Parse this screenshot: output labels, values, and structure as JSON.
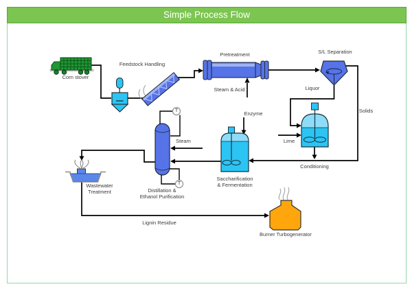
{
  "title": "Simple Process Flow",
  "nodes": {
    "corn_stover": "Corn stover",
    "feedstock_handling": "Feedstock Handling",
    "pretreatment": "Pretreatment",
    "sl_separation": "S/L Separation",
    "saccharification_fermentation": "Saccharification\n& Fermentation",
    "distillation": "Distillation &\nEthanol Purification",
    "wastewater_treatment": "Wastewater\nTreatment",
    "burner_turbogenerator": "Burner Turbogenerator",
    "temperature_indicator": "T"
  },
  "streams": {
    "steam_acid": "Steam & Acid",
    "liquor": "Liquor",
    "solids": "Solids",
    "enzyme": "Enzyme",
    "lime": "Lime",
    "conditioning": "Conditioning",
    "steam": "Steam",
    "lignin_residue": "Lignin Residue"
  },
  "colors": {
    "header_green": "#7cc551",
    "header_border": "#56a738",
    "canvas_border": "#93d9ac",
    "equipment_blue": "#5674e8",
    "equipment_blue_light": "#9db2f2",
    "tank_cyan": "#2bc4f3",
    "tank_cyan_light": "#8edcf8",
    "truck_green": "#1f9733",
    "burner_orange": "#ffa60d",
    "water_blue": "#5b87e8",
    "line_black": "#000000"
  }
}
